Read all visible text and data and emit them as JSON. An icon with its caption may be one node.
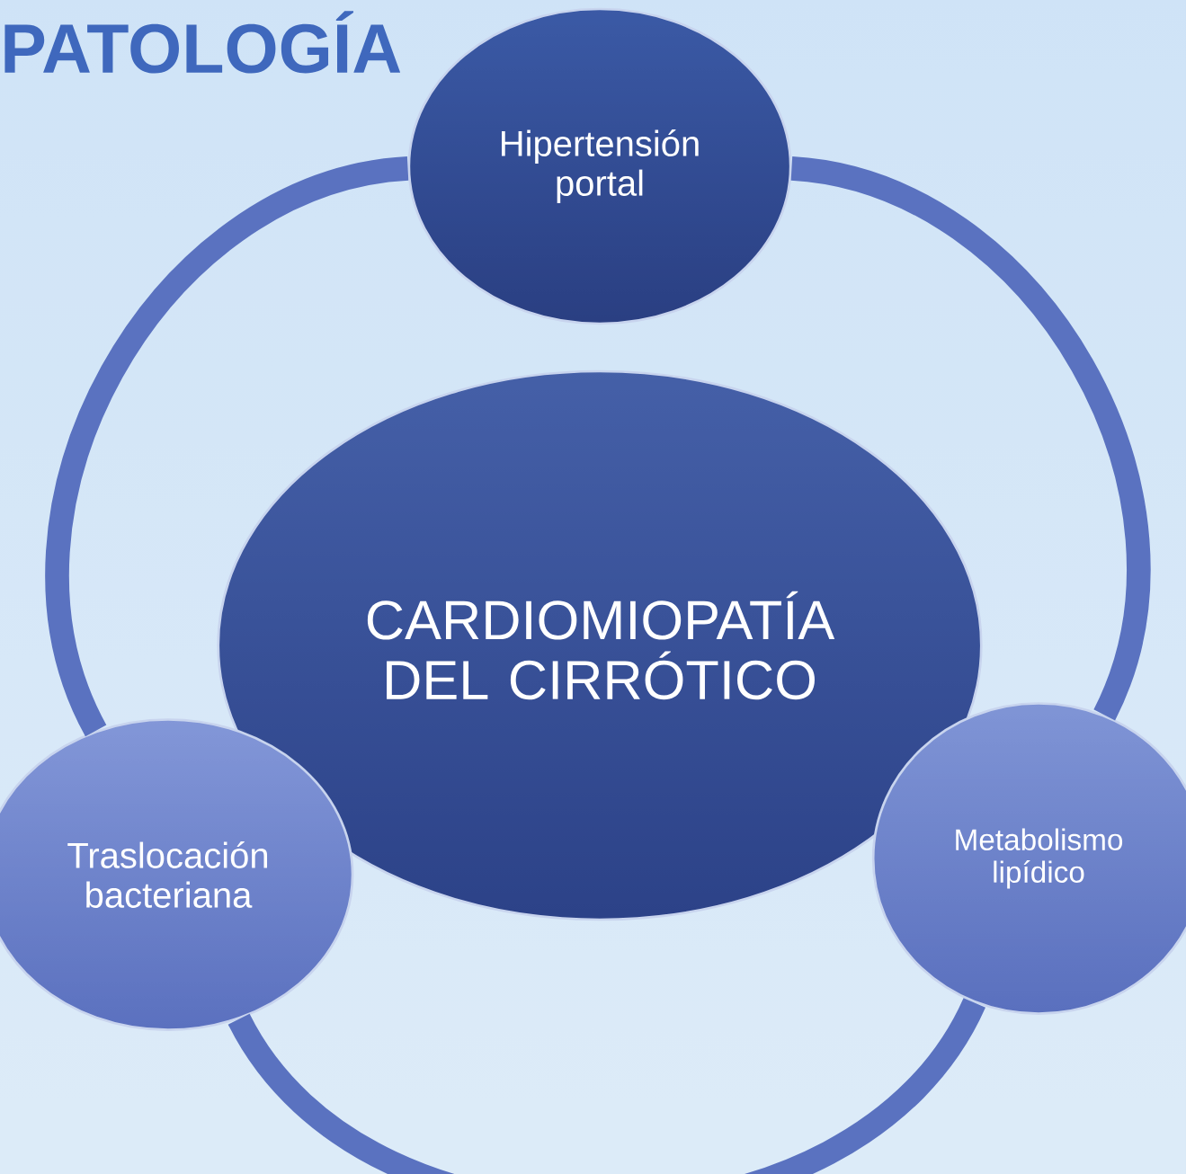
{
  "diagram": {
    "title": "PATOLOGÍA",
    "nodes": [
      {
        "text": [
          "Hipertensión portal"
        ]
      },
      {
        "text": [
          "CARDIOMIOPATÍA DEL CIRRÓTICO"
        ]
      },
      {
        "text": [
          "Metabolismo lipídico"
        ]
      },
      {
        "text": [
          "Traslocación bacteriana"
        ]
      }
    ],
    "edges": [
      {
        "from": 0,
        "to": 2,
        "arrow": "none"
      },
      {
        "from": 2,
        "to": 3,
        "arrow": "none"
      },
      {
        "from": 3,
        "to": 0,
        "arrow": "none"
      }
    ]
  }
}
